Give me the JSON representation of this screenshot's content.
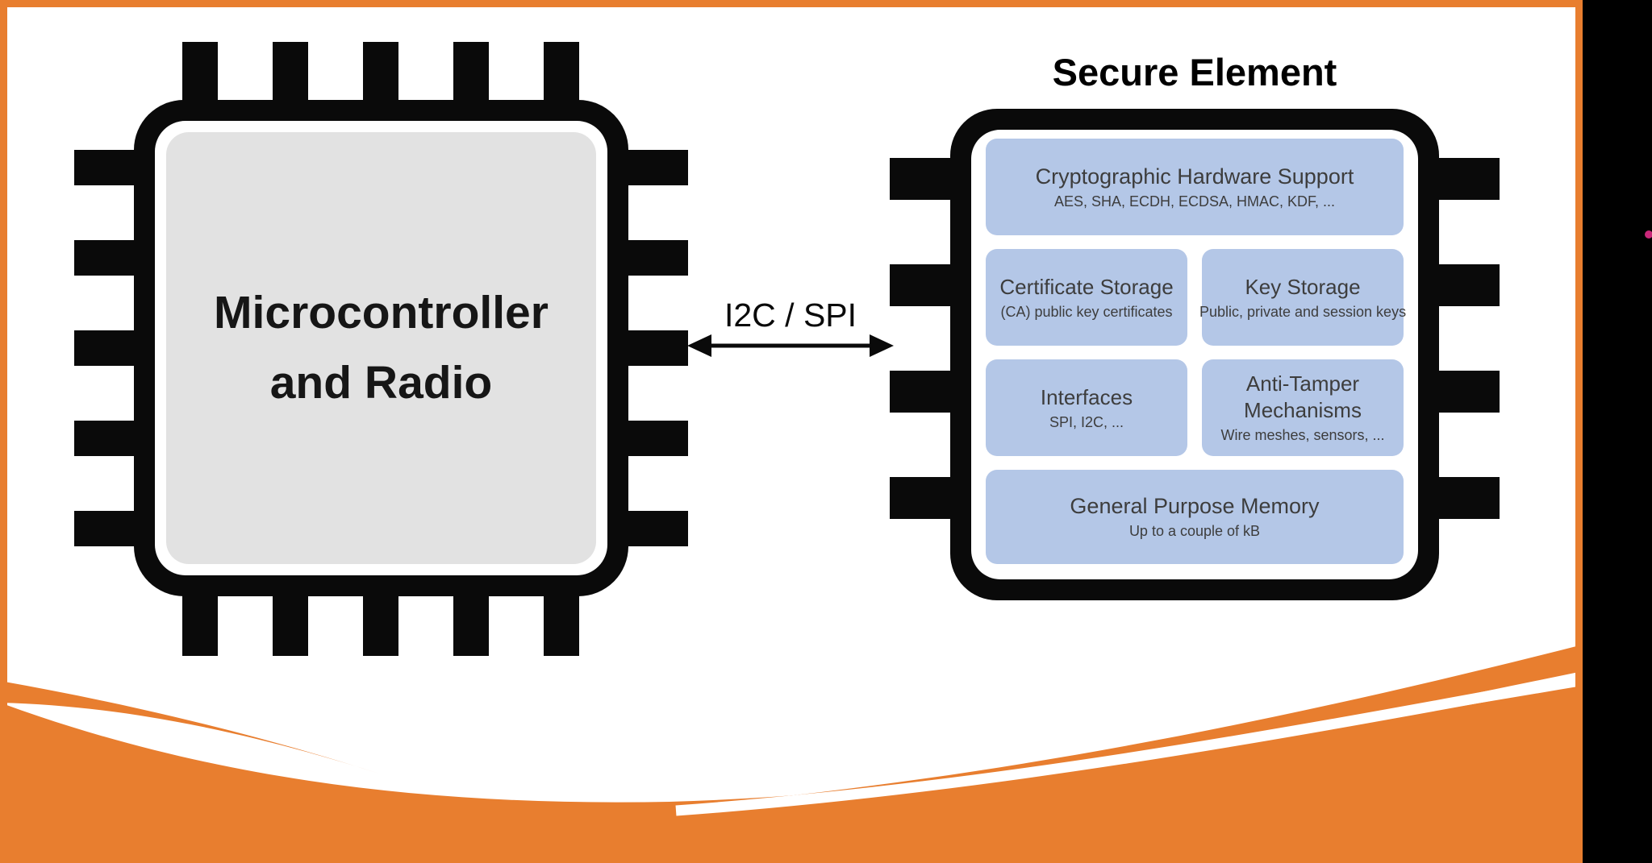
{
  "slide": {
    "left_chip": {
      "label_line1": "Microcontroller",
      "label_line2": "and Radio"
    },
    "bus": {
      "label": "I2C / SPI"
    },
    "secure_element": {
      "title": "Secure Element",
      "blocks": [
        {
          "title": "Cryptographic Hardware Support",
          "subtitle": "AES, SHA, ECDH, ECDSA, HMAC, KDF, ..."
        },
        {
          "title": "Certificate Storage",
          "subtitle": "(CA) public key certificates"
        },
        {
          "title": "Key Storage",
          "subtitle": "Public, private and session keys"
        },
        {
          "title": "Interfaces",
          "subtitle": "SPI, I2C, ..."
        },
        {
          "title": "Anti-Tamper Mechanisms",
          "subtitle": "Wire meshes, sensors, ..."
        },
        {
          "title": "General Purpose Memory",
          "subtitle": "Up to a couple of kB"
        }
      ]
    },
    "colors": {
      "accent_orange": "#E87E2F",
      "block_blue": "#B4C7E7",
      "chip_black": "#0A0A0A",
      "panel_gray": "#E2E2E2",
      "marker_pink": "#C92779"
    }
  }
}
